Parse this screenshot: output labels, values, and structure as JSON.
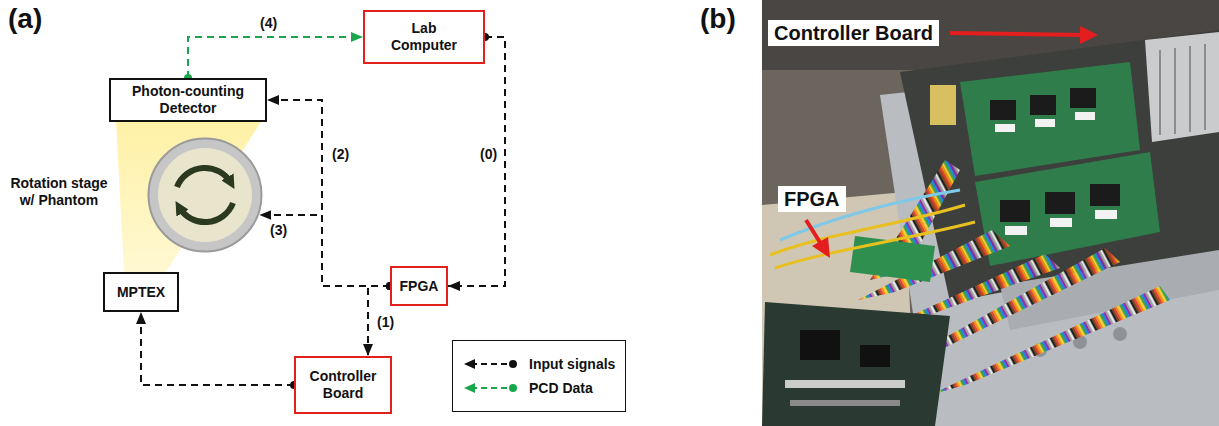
{
  "diagram": {
    "nodes": [
      {
        "text": [
          "Lab Computer"
        ]
      },
      {
        "text": [
          "Photon-counting Detector"
        ]
      },
      {
        "text": [
          "Rotation stage w/ Phantom"
        ]
      },
      {
        "text": [
          "FPGA"
        ]
      },
      {
        "text": [
          "MPTEX"
        ]
      },
      {
        "text": [
          "Controller Board"
        ]
      }
    ],
    "edges": [
      {
        "from": 0,
        "to": 3,
        "label": "(0)",
        "arrow": "to"
      },
      {
        "from": 3,
        "to": 5,
        "label": "(1)",
        "arrow": "to"
      },
      {
        "from": 3,
        "to": 1,
        "label": "(2)",
        "arrow": "to"
      },
      {
        "from": 3,
        "to": 2,
        "label": "(3)",
        "arrow": "to"
      },
      {
        "from": 5,
        "to": 4,
        "arrow": "to"
      },
      {
        "from": 1,
        "to": 0,
        "label": "(4)",
        "arrow": "to"
      }
    ],
    "labels": [
      "(a)",
      "(b)",
      "Controller Board",
      "FPGA"
    ],
    "legend": [
      {
        "text": "Input signals"
      },
      {
        "text": "PCD Data"
      }
    ]
  }
}
